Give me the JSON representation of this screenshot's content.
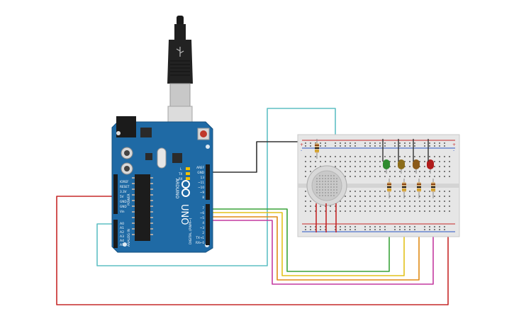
{
  "circuit": {
    "arduino": {
      "logo": "ARDUINO",
      "model": "UNO",
      "power_header_labels": [
        "IOREF",
        "RESET",
        "3.3V",
        "5V",
        "GND",
        "GND",
        "Vin"
      ],
      "power_header_title": "POWER",
      "analog_labels": [
        "A0",
        "A1",
        "A2",
        "A3",
        "A4",
        "A5"
      ],
      "analog_title": "ANALOG IN",
      "digital_top_labels": [
        "AREF",
        "GND",
        "13",
        "~11",
        "~10",
        "~9",
        "8"
      ],
      "digital_bottom_labels": [
        "7",
        "~6",
        "~5",
        "4",
        "~3",
        "2",
        "TX→1",
        "RX←0"
      ],
      "digital_title": "DIGITAL (PWM~)",
      "led_labels": [
        "L",
        "TX",
        "RX"
      ],
      "on_label": "ON"
    },
    "breadboard": {
      "rail_plus": "+",
      "rail_minus": "-"
    },
    "wire_colors": {
      "cyan": "#5fbfc4",
      "black": "#333333",
      "red": "#c62828",
      "green": "#3aa33a",
      "yellow": "#e2c21b",
      "orange": "#e08a15",
      "magenta": "#c43aa0"
    },
    "led_colors": [
      "#2e8b2e",
      "#8c6d1a",
      "#8b5a1a",
      "#b01c1c"
    ]
  }
}
